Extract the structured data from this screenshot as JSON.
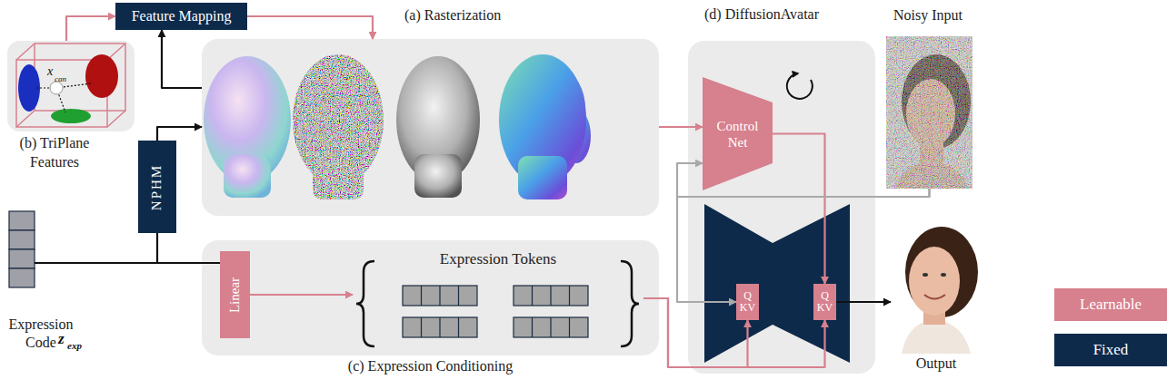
{
  "diagram": {
    "nodes": [
      {
        "text": [
          "Feature Mapping"
        ]
      },
      {
        "text": [
          "(a) Rasterization"
        ]
      },
      {
        "text": [
          "(d) DiffusionAvatar"
        ]
      },
      {
        "text": [
          "Control Net"
        ],
        "in": 2
      },
      {
        "text": [
          "Noisy Input"
        ]
      },
      {
        "text": [
          "(b) TriPlane Features"
        ]
      },
      {
        "text": [
          "NPHM"
        ]
      },
      {
        "text": [
          "(c) Expression Conditioning"
        ]
      },
      {
        "text": [
          "Linear"
        ],
        "in": 7
      },
      {
        "text": [
          "Expression Tokens"
        ],
        "in": 7
      },
      {
        "text": [
          "Q KV"
        ],
        "in": 2
      },
      {
        "text": [
          "Q KV"
        ],
        "in": 2
      },
      {
        "text": [
          "Output"
        ]
      },
      {
        "text": [
          "Expression Code"
        ]
      }
    ],
    "edges": [
      {
        "from": 5,
        "to": 0,
        "arrow": "to"
      },
      {
        "from": 0,
        "to": 1,
        "arrow": "to"
      },
      {
        "from": 1,
        "to": 0,
        "arrow": "to"
      },
      {
        "from": 6,
        "to": 1,
        "arrow": "to"
      },
      {
        "from": 13,
        "to": 6,
        "arrow": "none"
      },
      {
        "from": 13,
        "to": 8,
        "arrow": "none"
      },
      {
        "from": 8,
        "to": 9,
        "arrow": "to"
      },
      {
        "from": 9,
        "to": 10,
        "arrow": "to"
      },
      {
        "from": 9,
        "to": 11,
        "arrow": "to"
      },
      {
        "from": 1,
        "to": 3,
        "arrow": "to"
      },
      {
        "from": 3,
        "to": 11,
        "arrow": "to"
      },
      {
        "from": 4,
        "to": 3,
        "arrow": "to"
      },
      {
        "from": 4,
        "to": 10,
        "arrow": "to"
      },
      {
        "from": 11,
        "to": 12,
        "arrow": "to"
      }
    ],
    "labels": [
      "x",
      "can",
      "z",
      "exp"
    ],
    "legend": [
      {
        "text": "Learnable",
        "color": "#D7808E"
      },
      {
        "text": "Fixed",
        "color": "#0E2A4B"
      }
    ]
  }
}
